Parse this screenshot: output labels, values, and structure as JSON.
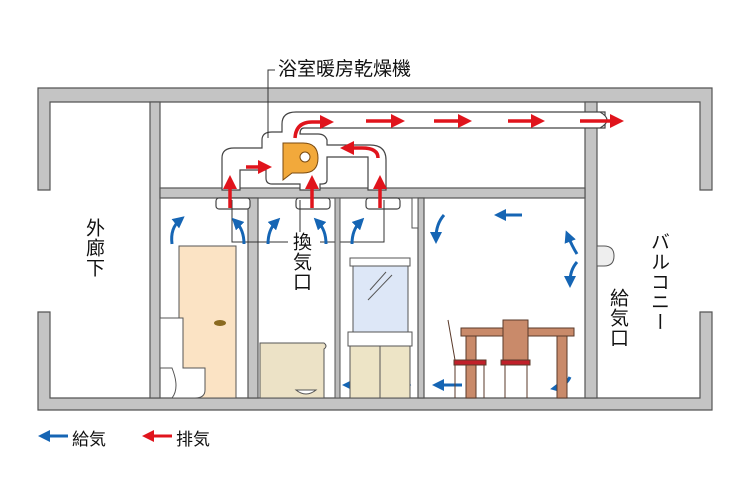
{
  "labels": {
    "unit": "浴室暖房乾燥機",
    "corridor": "外廊下",
    "vent": "換気口",
    "balcony": "バルコニー",
    "intake": "給気口"
  },
  "legend": [
    {
      "label": "給気",
      "color": "#1565b4"
    },
    {
      "label": "排気",
      "color": "#e0141c"
    }
  ],
  "colors": {
    "wall": "#c4c4c4",
    "supply": "#1565b4",
    "exhaust": "#e0141c",
    "fan": "#f2a93b",
    "door": "#fbe3c4",
    "mirror": "#dde7f7",
    "furniture": "#c98a6a"
  }
}
